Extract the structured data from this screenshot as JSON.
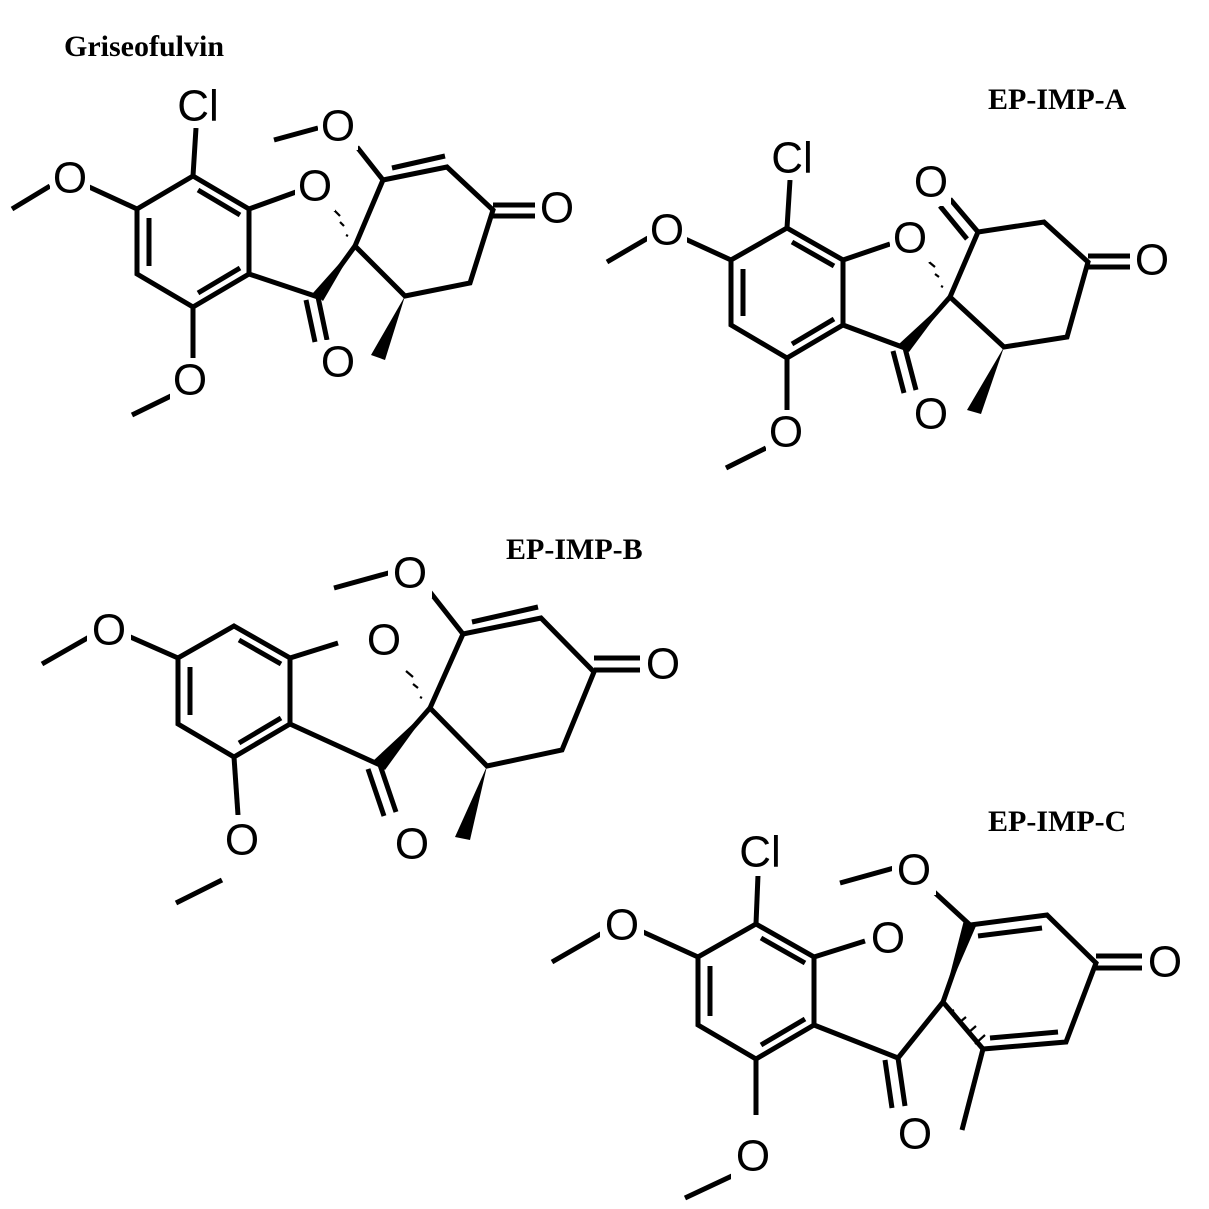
{
  "structures": [
    {
      "name": "Griseofulvin",
      "atoms": {
        "o_methoxy": "O",
        "o_ring": "O",
        "o_carbonyl": "O",
        "o_ketone": "O",
        "cl": "Cl"
      }
    },
    {
      "name": "EP-IMP-A",
      "atoms": {
        "o_ring": "O",
        "o_carbonyl": "O",
        "o_ketone": "O",
        "cl": "Cl"
      }
    },
    {
      "name": "EP-IMP-B",
      "atoms": {
        "o_methoxy": "O",
        "o_ring": "O",
        "o_carbonyl": "O",
        "o_ketone": "O"
      }
    },
    {
      "name": "EP-IMP-C",
      "atoms": {
        "o_methoxy": "O",
        "o_ring": "O",
        "o_carbonyl": "O",
        "o_ketone": "O",
        "cl": "Cl"
      }
    }
  ]
}
